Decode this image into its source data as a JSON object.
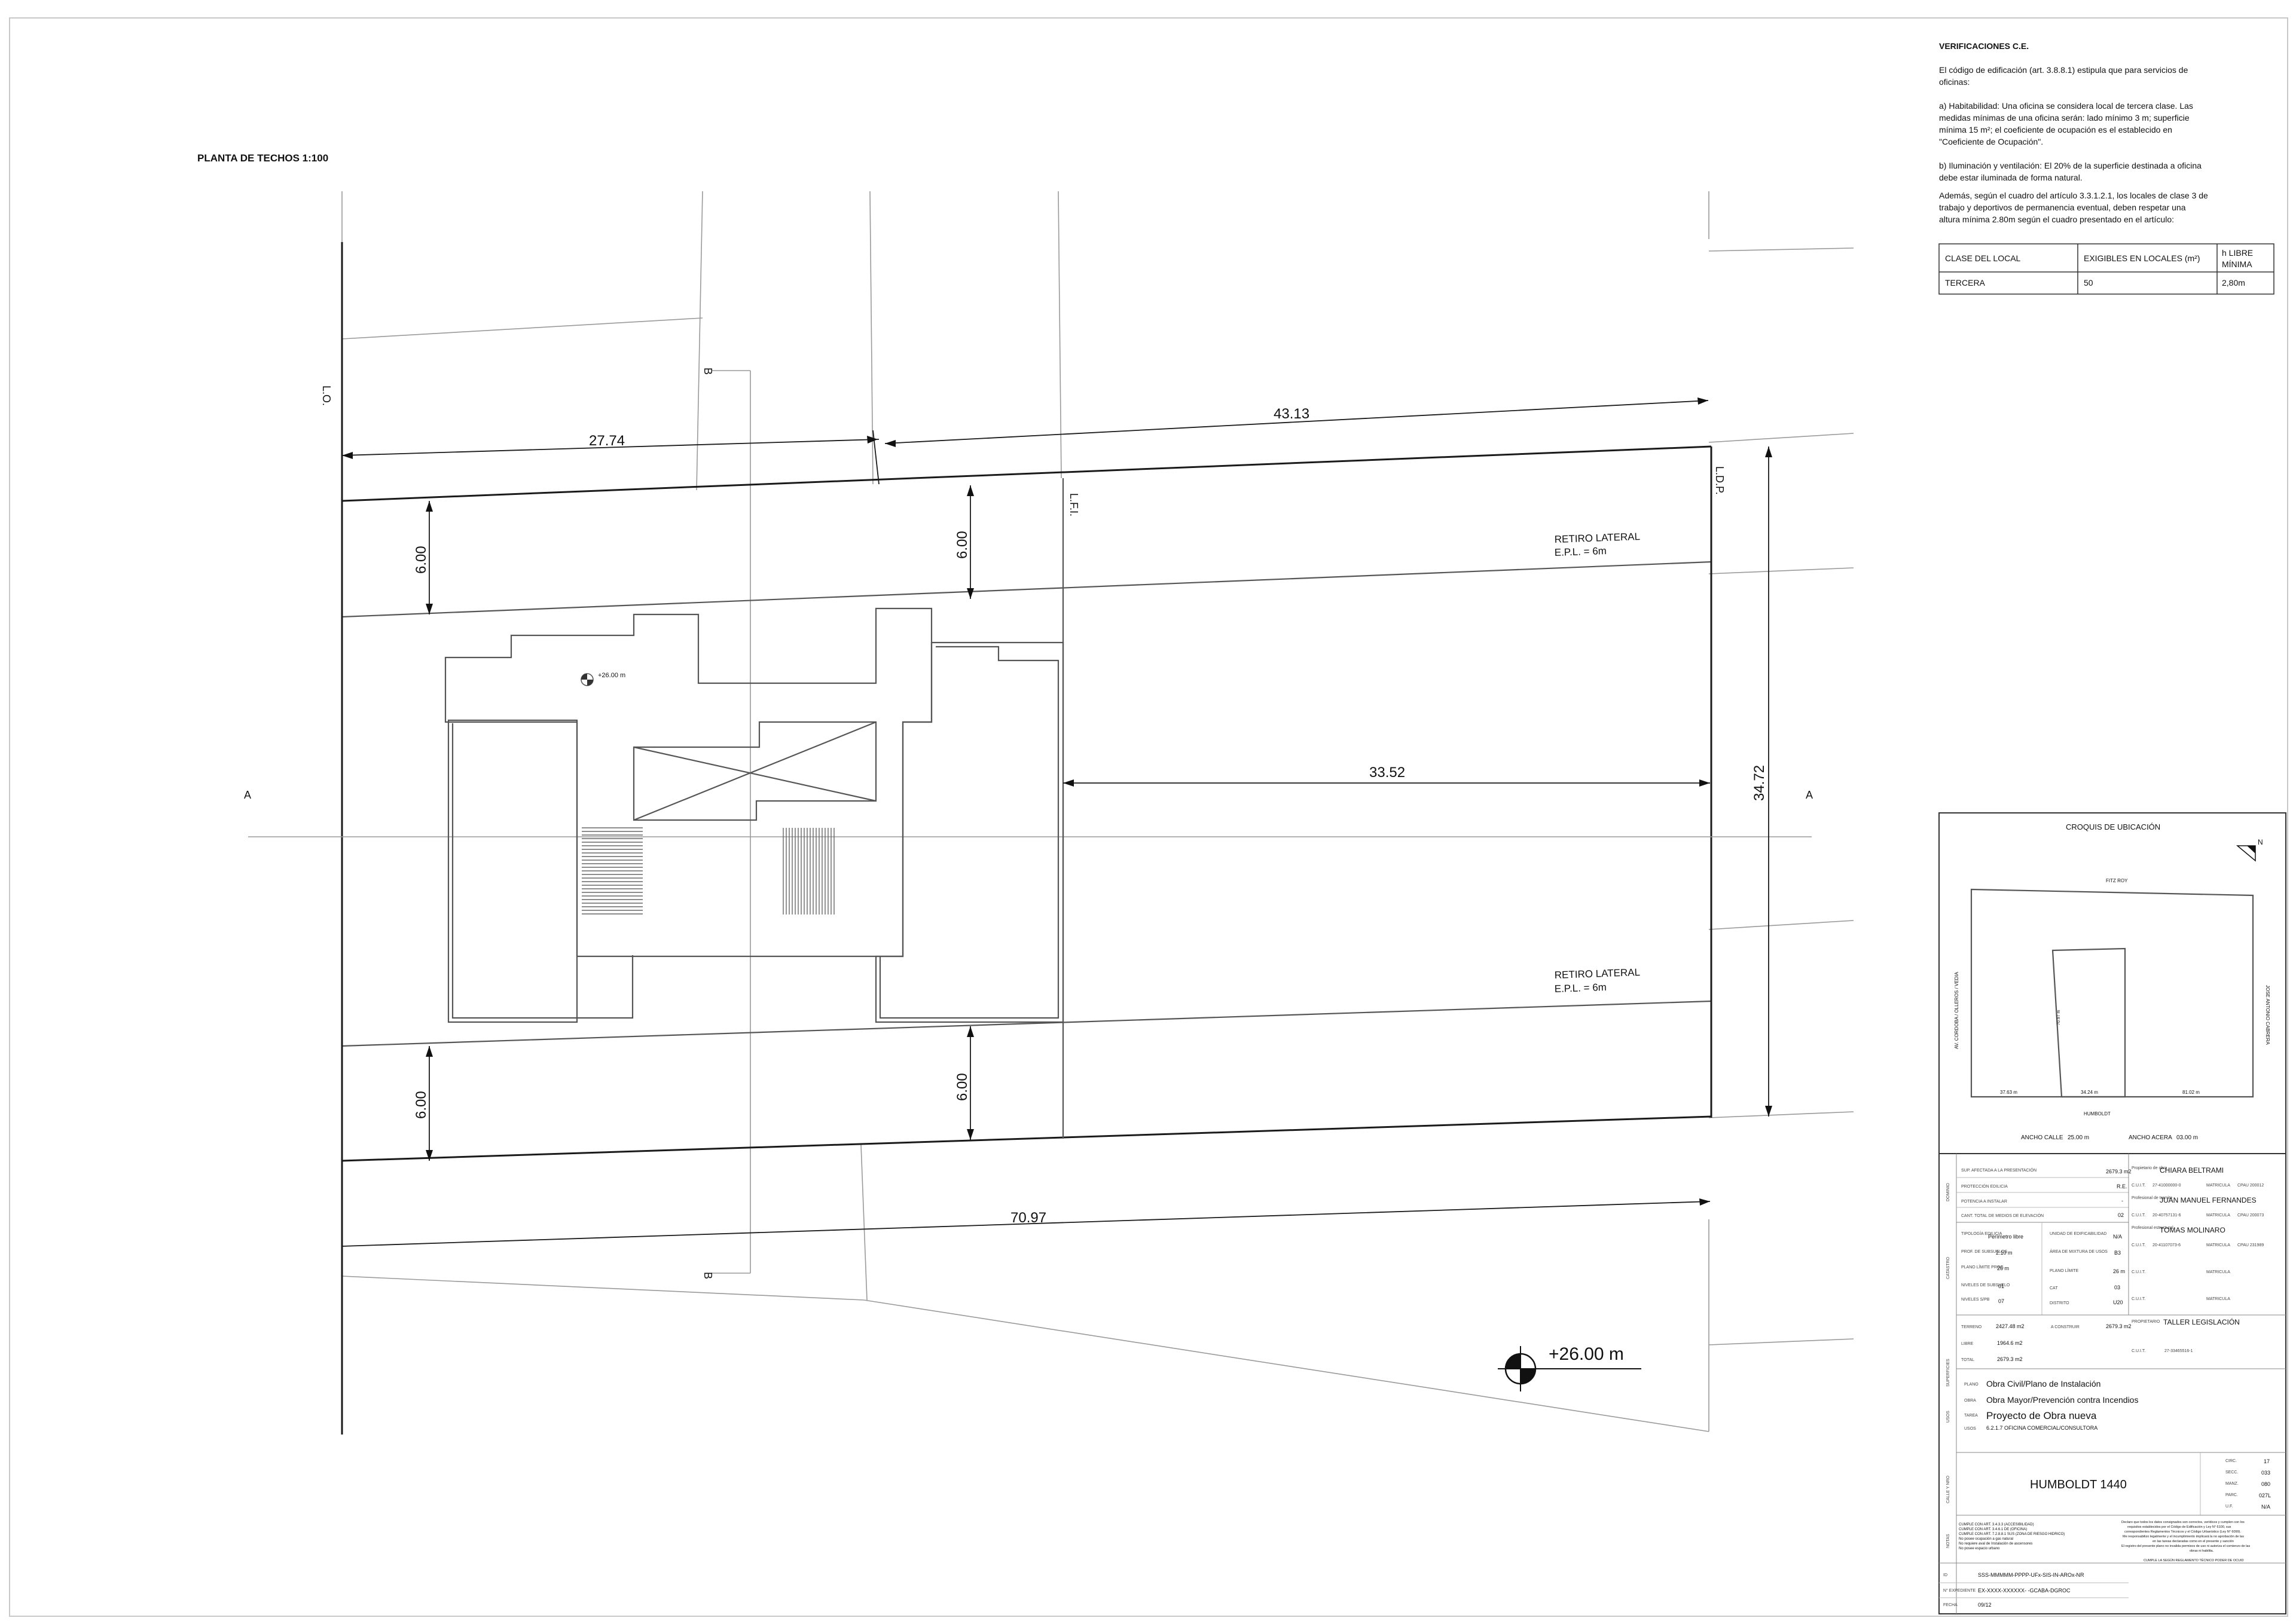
{
  "plan_title": "PLANTA DE TECHOS 1:100",
  "dimensions": {
    "front_left": "27.74",
    "front_right": "43.13",
    "back_total": "70.97",
    "depth_right": "33.52",
    "depth_total": "34.72",
    "setback_top_left": "6.00",
    "setback_top_mid": "6.00",
    "setback_bottom_left": "6.00",
    "setback_bottom_mid": "6.00"
  },
  "line_labels": {
    "lo": "L.O.",
    "lfi": "L.F.I.",
    "ldp": "L.D.P.",
    "section_b_top": "B",
    "section_b_bottom": "B",
    "section_a_left": "A",
    "section_a_right": "A"
  },
  "retiro_top": {
    "line1": "RETIRO LATERAL",
    "line2": "E.P.L. = 6m"
  },
  "retiro_bottom": {
    "line1": "RETIRO LATERAL",
    "line2": "E.P.L. = 6m"
  },
  "level_small": "+26.00 m",
  "level_large": "+26.00 m",
  "verifications": {
    "title": "VERIFICACIONES C.E.",
    "intro": [
      "El código de edificación (art. 3.8.8.1) estipula que para servicios de",
      "oficinas:"
    ],
    "item_a": [
      "a)      Habitabilidad: Una oficina se considera local de tercera clase. Las",
      "medidas mínimas de una oficina serán: lado mínimo 3 m;  superficie",
      "mínima 15 m²; el coeficiente de ocupación es el establecido en",
      "\"Coeficiente de Ocupación\"."
    ],
    "item_b": [
      "b)      Iluminación y ventilación: El 20% de la superficie destinada a oficina",
      "debe estar iluminada de forma natural."
    ],
    "extra": [
      "Además, según el cuadro del artículo 3.3.1.2.1, los locales de clase 3 de",
      "trabajo y deportivos de permanencia eventual, deben respetar una",
      "altura mínima 2.80m según el cuadro presentado en el artículo:"
    ],
    "table": {
      "h1": "CLASE DEL LOCAL",
      "h2": "EXIGIBLES EN LOCALES (m²)",
      "h3a": "h LIBRE",
      "h3b": "MÍNIMA",
      "r1": "TERCERA",
      "r2": "50",
      "r3": "2,80m"
    }
  },
  "location_sketch": {
    "title": "CROQUIS DE UBICACIÓN",
    "north": "N",
    "street_top": "FITZ ROY",
    "street_bottom": "HUMBOLDT",
    "street_left": "AV. CORDOBA / OLLEROS / VEDIA",
    "street_right": "JOSE ANTONIO CABRERA",
    "depth": "70.97 m",
    "seg1": "37.63 m",
    "seg2": "34.24 m",
    "seg3": "81.02 m",
    "ancho_calle_label": "ANCHO CALLE",
    "ancho_calle_value": "25.00 m",
    "ancho_acera_label": "ANCHO ACERA",
    "ancho_acera_value": "03.00 m"
  },
  "title_block": {
    "sup_label": "SUP. AFECTADA A LA PRESENTACIÓN",
    "sup_value": "2679.3 m2",
    "prot_label": "PROTECCIÓN EDILICIA",
    "prot_value": "R.E.",
    "pot_label": "POTENCIA A INSTALAR",
    "pot_value": "-",
    "cant_label": "CANT. TOTAL DE MEDIOS DE ELEVACIÓN",
    "cant_value": "02",
    "owner1_role": "Propietario de obra",
    "owner1": "CHIARA BELTRAMI",
    "owner1_cuit": "27-41000000-0",
    "owner1_mat": "CPAU 200012",
    "owner2_role": "Profesional de tramite",
    "owner2": "JUAN MANUEL FERNANDES",
    "owner2_cuit": "20-40757131-6",
    "owner2_mat": "CPAU 200073",
    "owner3_role": "Profesional estructural",
    "owner3": "TOMAS MOLINARO",
    "owner3_cuit": "20-41107073-6",
    "owner3_mat": "CPAU 231989",
    "cuit_label": "C.U.I.T.",
    "mat_label": "MATRICULA",
    "tipologia_label": "TIPOLOGÍA EDILICIA",
    "tipologia_value": "Perímetro libre",
    "unidad_label": "UNIDAD DE EDIFICABILIDAD",
    "unidad_value": "N/A",
    "prof_label": "PROF. DE SUBSUELOS",
    "prof_value": "2.10 m",
    "area_label": "ÁREA DE MIXTURA DE USOS",
    "area_value": "B3",
    "plano_label": "PLANO LÍMITE PROG.",
    "plano_value": "26 m",
    "plano2_label": "PLANO LÍMITE",
    "plano2_value": "26 m",
    "niv_sub_label": "NIVELES DE SUBSUELO",
    "niv_sub_value": "01",
    "cat_label": "CAT",
    "cat_value": "03",
    "niv_sob_label": "NIVELES S/PB",
    "niv_sob_value": "07",
    "distrito_label": "DISTRITO",
    "distrito_value": "U20",
    "prop_label": "PROPIETARIO",
    "prop_value": "TALLER LEGISLACIÓN",
    "prop_cuit": "27-33465516-1",
    "terreno_label": "TERRENO",
    "terreno_value": "2427.48 m2",
    "a_constr_label": "A CONSTRUIR",
    "a_constr_value": "2679.3 m2",
    "libre_label": "LIBRE",
    "libre_value": "1964.6 m2",
    "total_label": "TOTAL",
    "total_value": "2679.3 m2",
    "plano_tipo_label": "PLANO",
    "plano_tipo_value": "Obra Civil/Plano de Instalación",
    "obra_label": "OBRA",
    "obra_value": "Obra Mayor/Prevención contra Incendios",
    "tarea_label": "TAREA",
    "tarea_value": "Proyecto de Obra nueva",
    "usos_label": "USOS",
    "usos_value": "6.2.1.7 OFICINA COMERCIAL/CONSULTORA",
    "address": "HUMBOLDT 1440",
    "circ_label": "CIRC.",
    "circ_value": "17",
    "secc_label": "SECC.",
    "secc_value": "033",
    "manz_label": "MANZ.",
    "manz_value": "080",
    "parc_label": "PARC.",
    "parc_value": "027L",
    "uf_label": "U.F.",
    "uf_value": "N/A",
    "side_dominio": "DOMINIO",
    "side_catastro": "CATASTRO",
    "side_superficies": "SUPERFICIES",
    "side_usos": "USOS",
    "side_calle": "CALLE Y NRO",
    "side_notas": "NOTAS",
    "cumple1": "CUMPLE CON ART. 3.4.3.3 (ACCESIBILIDAD)",
    "cumple2": "CUMPLE CON ART. 3.4.6.1 DE (OFICINA)",
    "cumple3": "CUMPLE CON ART. 7.2.8.8.1 SUS (ZONA DE RIESGO HIDRICO)",
    "cumple4": "No posee ocupación a gas natural",
    "cumple5": "No requiere aval de Instalación de ascensores",
    "cumple6": "No posee espacio urbano",
    "decl1": "Declaro que todos los datos consignados son correctos, verídicos y cumplen con los",
    "decl2": "requisitos establecidos por el Código de Edificación y Ley N° 6100, sus",
    "decl3": "correspondientes Reglamentos Técnicos y el Código Urbanístico (Ley N° 6099).",
    "decl4": "Me responsabilizo legalmente y el incumplimiento implicará la no aprobación de las",
    "decl5": "en las tareas declaradas como en el presente y sanción",
    "decl6": "El registro del presente plano no invalida permisos de uso ni autoriza el comienzo de las",
    "decl7": "obras ni habilita.",
    "decl8": "CUMPLE LA SEGÚN REGLAMENTO TÉCNICO PODER DE OCUID",
    "id_label": "ID",
    "id_value": "SSS-MMMMM-PPPP-UFx-SIS-IN-AROx-NR",
    "exp_label": "N° EXPEDIENTE",
    "exp_value": "EX-XXXX-XXXXXX- -GCABA-DGROC",
    "fecha_label": "FECHA",
    "fecha_value": "09/12"
  }
}
